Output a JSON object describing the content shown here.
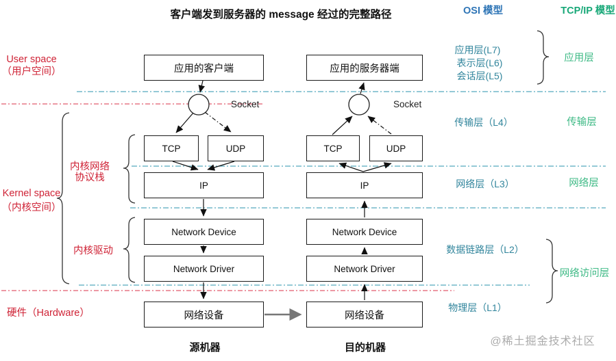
{
  "title": "客户端发到服务器的 message 经过的完整路径",
  "watermark": "@稀土掘金技术社区",
  "models": {
    "osi": "OSI 模型",
    "tcpip": "TCP/IP 模型"
  },
  "left_labels": {
    "user_space_en": "User space",
    "user_space_cn": "（用户空间）",
    "kernel_space_en": "Kernel space",
    "kernel_space_cn": "（内核空间）",
    "kernel_stack_line1": "内核网络",
    "kernel_stack_line2": "协议栈",
    "kernel_driver": "内核驱动",
    "hardware": "硬件（Hardware）"
  },
  "osi_layers": {
    "l7": "应用层(L7)",
    "l6": "表示层(L6)",
    "l5": "会话层(L5)",
    "l4": "传输层（L4）",
    "l3": "网络层（L3）",
    "l2": "数据链路层（L2）",
    "l1": "物理层（L1）"
  },
  "tcpip_layers": {
    "application": "应用层",
    "transport": "传输层",
    "network": "网络层",
    "access": "网络访问层"
  },
  "client": {
    "app": "应用的客户端",
    "socket": "Socket",
    "tcp": "TCP",
    "udp": "UDP",
    "ip": "IP",
    "device": "Network Device",
    "driver": "Network Driver",
    "nic": "网络设备",
    "machine": "源机器"
  },
  "server": {
    "app": "应用的服务器端",
    "socket": "Socket",
    "tcp": "TCP",
    "udp": "UDP",
    "ip": "IP",
    "device": "Network Device",
    "driver": "Network Driver",
    "nic": "网络设备",
    "machine": "目的机器"
  },
  "colors": {
    "osi_label": "#31859c",
    "tcpip_label": "#3fba86",
    "osi_header": "#2e75b6",
    "tcpip_header": "#18a878",
    "space_label": "#cf2336",
    "teal_divider": "#55a9bd",
    "red_divider": "#e25b6c",
    "box_border": "#1a1a1a",
    "gray_arrow": "#777777"
  }
}
